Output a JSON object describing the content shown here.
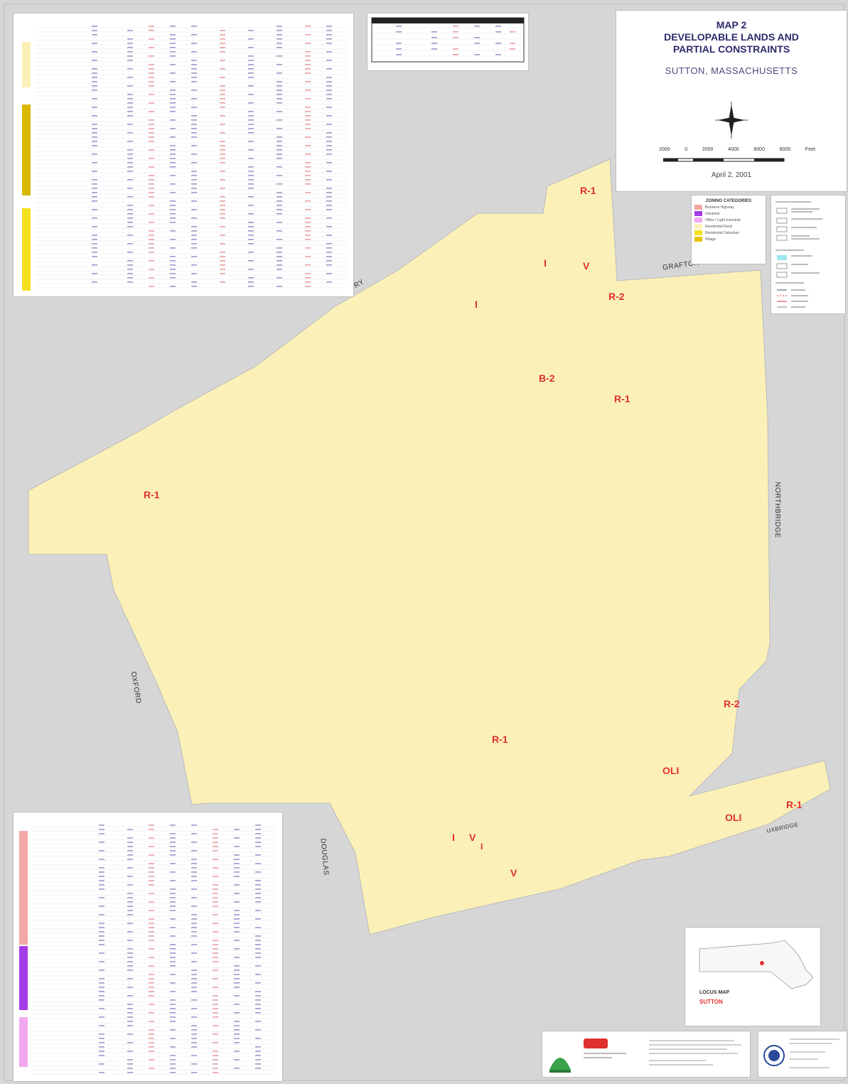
{
  "title": {
    "lines": [
      "MAP 2",
      "DEVELOPABLE LANDS AND",
      "PARTIAL CONSTRAINTS"
    ],
    "location": "SUTTON, MASSACHUSETTS",
    "scale_labels": [
      "2000",
      "0",
      "2000",
      "4000",
      "6000",
      "8000",
      "Feet"
    ],
    "date": "April 2, 2001"
  },
  "legend": {
    "title": "ZONING CATEGORIES",
    "items": [
      {
        "label": "Business Highway",
        "color": "#f4a6a6"
      },
      {
        "label": "Industrial",
        "color": "#a63ce8"
      },
      {
        "label": "Office / Light Industrial",
        "color": "#f2a8ee"
      },
      {
        "label": "Residential Rural",
        "color": "#fbf1b8"
      },
      {
        "label": "Residential Suburban",
        "color": "#f5e020"
      },
      {
        "label": "Village",
        "color": "#e6c400"
      }
    ]
  },
  "place_labels": {
    "grafton": "GRAFTON",
    "northbridge": "NORTHBRIDGE",
    "oxford": "OXFORD",
    "douglas": "DOUGLAS",
    "uxbridge": "UXBRIDGE",
    "millbury": "RY"
  },
  "zones": {
    "r1_north": "R-1",
    "r1_west": "R-1",
    "r1_east": "R-1",
    "r1_south": "R-1",
    "r1_se": "R-1",
    "b2": "B-2",
    "r2_north": "R-2",
    "r2_east": "R-2",
    "v_north": "V",
    "i_north": "I",
    "i_west": "I",
    "oli_1": "OLI",
    "oli_2": "OLI",
    "i_south": "I",
    "v_south_1": "V",
    "v_south_2": "V",
    "i_south_2": "I"
  },
  "locus": {
    "title": "LOCUS MAP",
    "name": "SUTTON"
  },
  "colors": {
    "rural": "#fbf1b8",
    "water": "#9ae8f0",
    "business": "#f4a6a6",
    "industrial": "#a63ce8",
    "office": "#f2a8ee",
    "village": "#f5e020",
    "road_major": "#e03030",
    "road_minor": "#8a8a8a",
    "outside": "#d6d6d6"
  }
}
